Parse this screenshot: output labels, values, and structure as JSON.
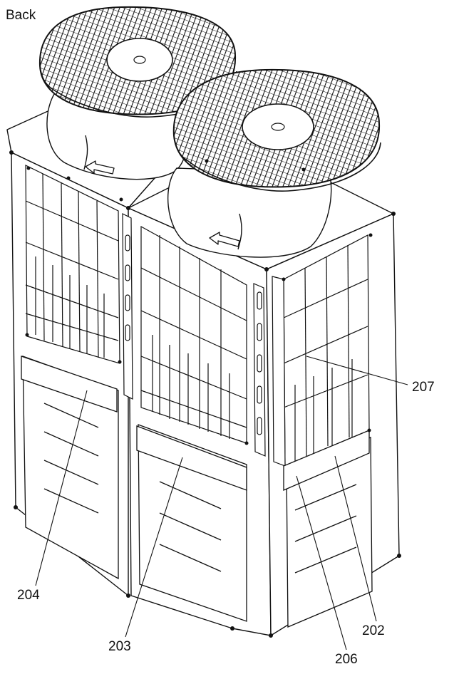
{
  "view_label": "Back",
  "callouts": [
    {
      "id": "207",
      "text": "207"
    },
    {
      "id": "204",
      "text": "204"
    },
    {
      "id": "203",
      "text": "203"
    },
    {
      "id": "202",
      "text": "202"
    },
    {
      "id": "206",
      "text": "206"
    }
  ],
  "colors": {
    "line": "#111111",
    "fill": "#ffffff",
    "grille_fill": "#3a3a3a"
  },
  "icons": [
    "fan-guard-icon",
    "airflow-arrow-icon",
    "wire-guard-icon",
    "louver-panel-icon"
  ]
}
